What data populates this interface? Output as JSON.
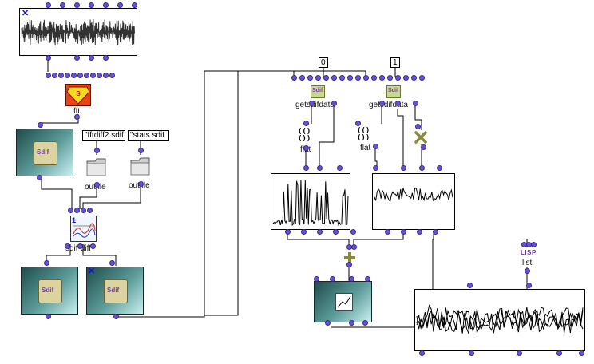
{
  "nodes": {
    "fft_label": "fft",
    "outfile_label_1": "outfile",
    "outfile_label_2": "outfile",
    "sdif_diff_label": "sdif-diff",
    "getsdifdata_label_1": "getsdifdata",
    "getsdifdata_label_2": "getsdifdata",
    "flat_label_1": "flat",
    "flat_label_2": "flat",
    "list_label": "list",
    "sdif_icon_text": "Sdif",
    "lisp_icon_text": "LISP",
    "sdif_diff_badge": "1"
  },
  "values": {
    "filename_1": "\"fftdiff2.sdif",
    "filename_2": "\"stats.sdif",
    "index_0": "0",
    "index_1": "1"
  },
  "colors": {
    "inlet_dot": "#6a50d8",
    "teal_box": "#5d9c9a",
    "plus_operator": "#8a8a3a",
    "close_x": "#1010e0"
  },
  "icons": {
    "fft": "superman-shield-icon",
    "sdif_file": "sdif-scroll-icon",
    "folder": "folder-icon",
    "flat": "parenthesis-list-icon",
    "plus": "plus-icon",
    "times": "x-icon",
    "bpf": "bpf-graph-icon"
  }
}
